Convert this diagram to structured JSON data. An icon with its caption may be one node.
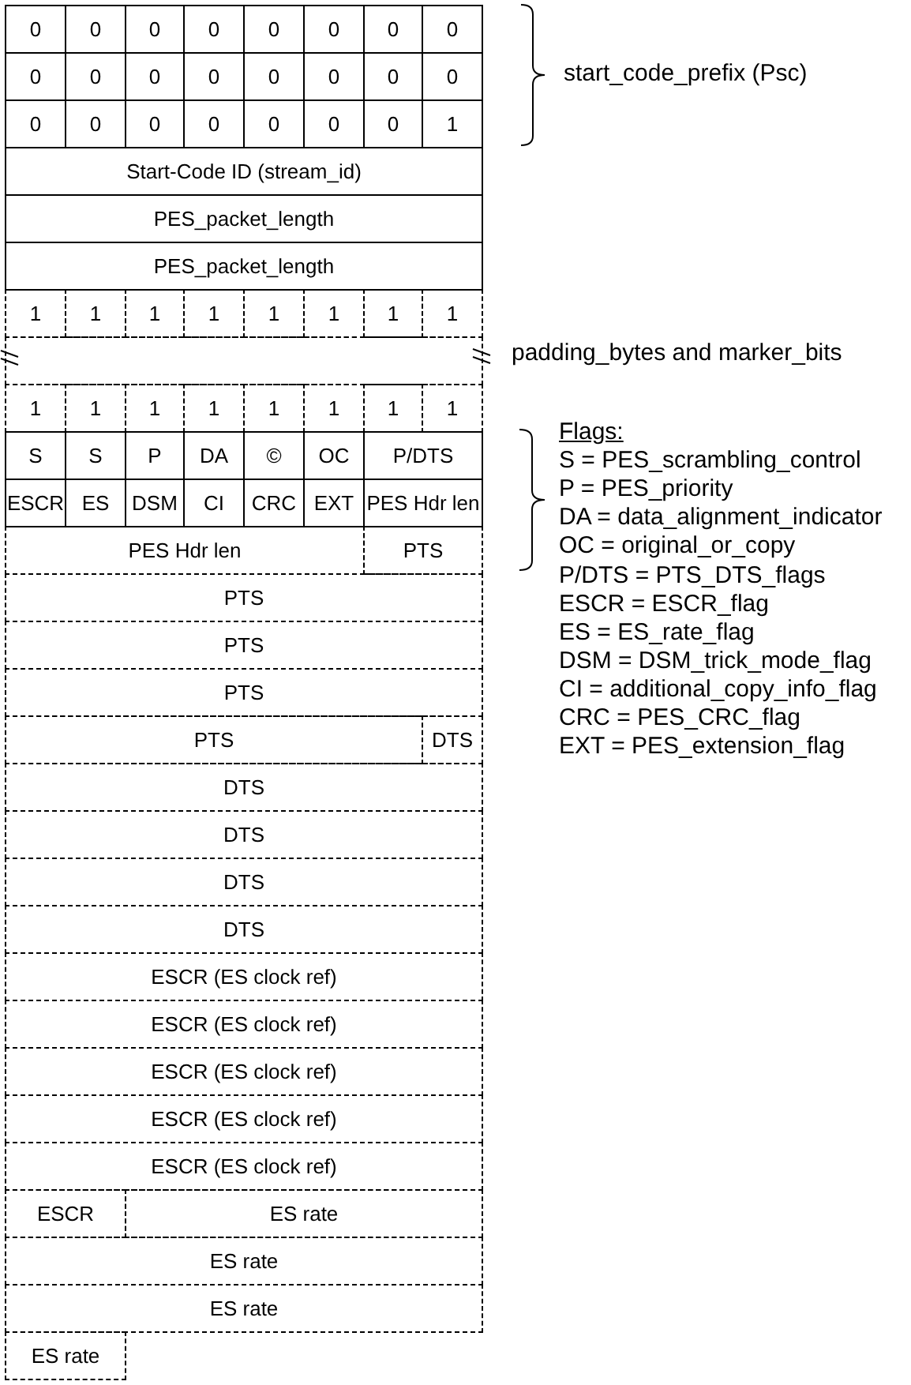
{
  "diagram": {
    "nodes": [
      {
        "text": [],
        "shape": "box"
      }
    ],
    "labels": [
      "0",
      "0",
      "0",
      "0",
      "0",
      "0",
      "0",
      "0",
      "0",
      "0",
      "0",
      "0",
      "0",
      "0",
      "0",
      "0",
      "0",
      "0",
      "0",
      "0",
      "0",
      "0",
      "0",
      "1",
      "Start-Code ID (stream_id)",
      "PES_packet_length",
      "PES_packet_length",
      "1",
      "1",
      "1",
      "1",
      "1",
      "1",
      "1",
      "1",
      "1",
      "1",
      "1",
      "1",
      "1",
      "1",
      "1",
      "1",
      "S",
      "S",
      "P",
      "DA",
      "©",
      "OC",
      "P/DTS",
      "ESCR",
      "ES",
      "DSM",
      "CI",
      "CRC",
      "EXT",
      "PES Hdr len",
      "PES Hdr len",
      "PTS",
      "PTS",
      "PTS",
      "PTS",
      "PTS",
      "DTS",
      "DTS",
      "DTS",
      "DTS",
      "DTS",
      "ESCR (ES clock ref)",
      "ESCR (ES clock ref)",
      "ESCR (ES clock ref)",
      "ESCR (ES clock ref)",
      "ESCR (ES clock ref)",
      "ESCR",
      "ES rate",
      "ES rate",
      "ES rate",
      "ES rate",
      "start_code_prefix (Psc)",
      "padding_bytes and marker_bits",
      "Flags:",
      "S = PES_scrambling_control",
      "P = PES_priority",
      "DA = data_alignment_indicator",
      "OC = original_or_copy",
      "P/DTS = PTS_DTS_flags",
      "ESCR = ESCR_flag",
      "ES = ES_rate_flag",
      "DSM = DSM_trick_mode_flag",
      "CI = additional_copy_info_flag",
      "CRC = PES_CRC_flag",
      "EXT = PES_extension_flag"
    ]
  }
}
